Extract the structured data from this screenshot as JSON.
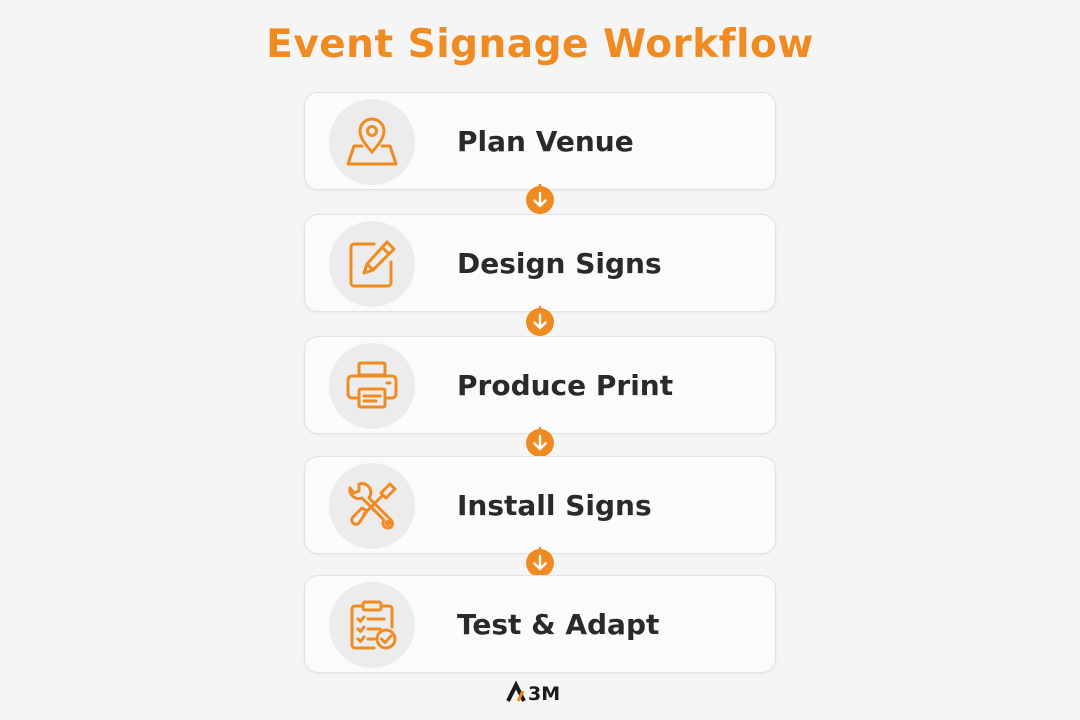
{
  "title": "Event Signage Workflow",
  "accent_color": "#f08b22",
  "steps": [
    {
      "label": "Plan Venue",
      "icon": "map-pin-icon"
    },
    {
      "label": "Design Signs",
      "icon": "edit-pencil-icon"
    },
    {
      "label": "Produce Print",
      "icon": "printer-icon"
    },
    {
      "label": "Install Signs",
      "icon": "wrench-screwdriver-icon"
    },
    {
      "label": "Test & Adapt",
      "icon": "clipboard-check-icon"
    }
  ],
  "connector_icon": "arrow-down-icon",
  "logo": "A3M"
}
